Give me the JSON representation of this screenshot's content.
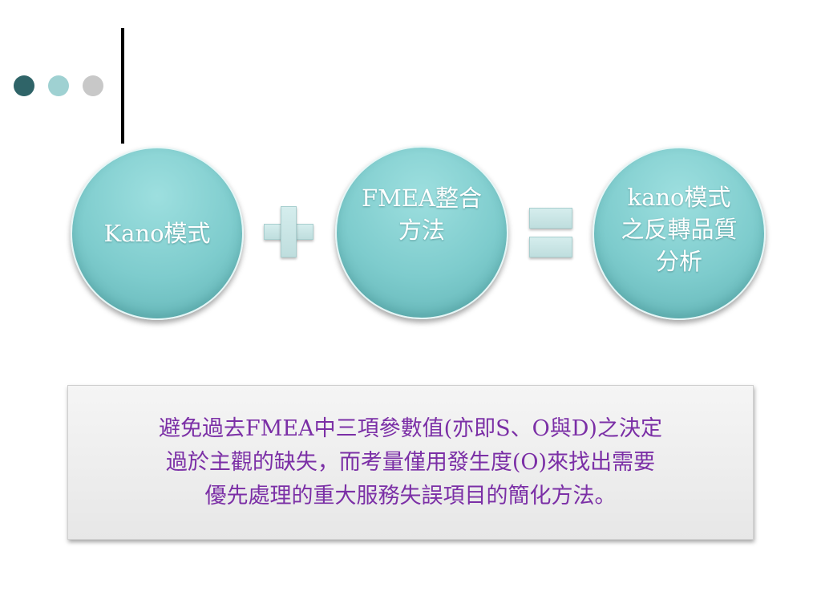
{
  "diagram": {
    "circles": [
      {
        "label": "Kano模式"
      },
      {
        "label": "FMEA整合方法"
      },
      {
        "label": "kano模式之反轉品質分析"
      }
    ],
    "operators": {
      "plus": "plus",
      "equals": "equals"
    },
    "colors": {
      "circle_fill": "#7ecccd",
      "operator_fill": "#c9e6e6",
      "text_purple": "#7b2fa6",
      "dot_dark": "#2f6468",
      "dot_light": "#9fd1d2",
      "dot_grey": "#c8c8c8"
    }
  },
  "textbox": {
    "lines": [
      "避免過去FMEA中三項參數值(亦即S、O與D)之決定",
      "過於主觀的缺失，而考量僅用發生度(O)來找出需要",
      "優先處理的重大服務失誤項目的簡化方法。"
    ]
  }
}
